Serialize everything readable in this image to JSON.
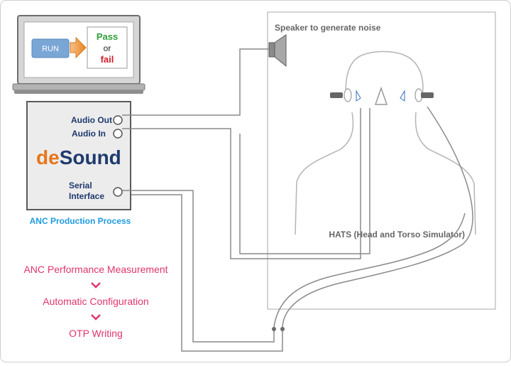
{
  "laptop": {
    "run_label": "RUN",
    "result_pass": "Pass",
    "result_or": "or",
    "result_fail": "fail"
  },
  "device": {
    "audio_out": "Audio Out",
    "audio_in": "Audio In",
    "logo_de": "de",
    "logo_sound": "Sound",
    "serial_line1": "Serial",
    "serial_line2": "Interface",
    "caption": "ANC Production Process"
  },
  "hats": {
    "speaker_label": "Speaker to generate noise",
    "caption": "HATS (Head and Torso Simulator)"
  },
  "steps": [
    "ANC Performance Measurement",
    "Automatic Configuration",
    "OTP Writing"
  ],
  "colors": {
    "brand_orange": "#e8751a",
    "brand_navy": "#1f3a6e",
    "pass_green": "#2e9e3a",
    "fail_red": "#d0202a",
    "caption_blue": "#1e9be0",
    "step_pink": "#e0356b",
    "run_button": "#7aa6d6"
  }
}
